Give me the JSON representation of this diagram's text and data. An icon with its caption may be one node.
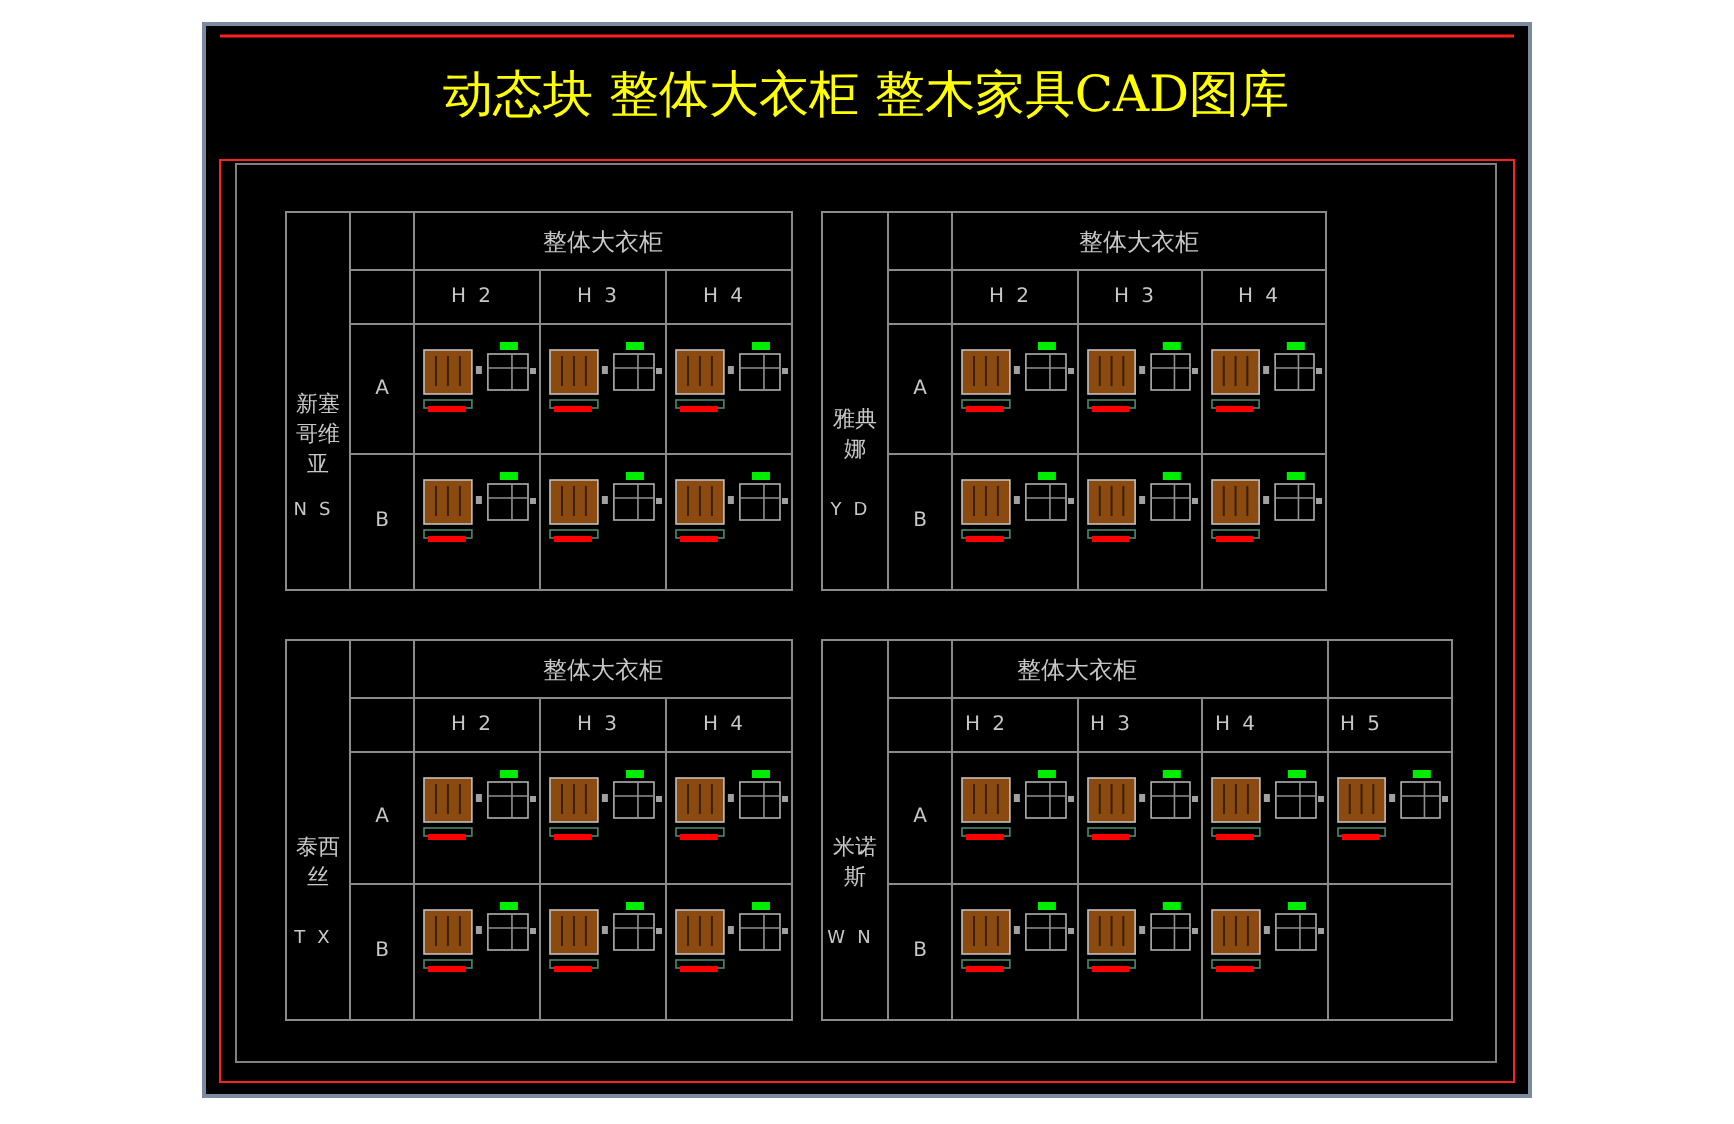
{
  "diagram": {
    "title": "动态块 整体大衣柜 整木家具CAD图库",
    "labels": [
      "整体大衣柜",
      "H2",
      "H3",
      "H4",
      "新塞哥维亚",
      "NS",
      "A",
      "B",
      "整体大衣柜",
      "H2",
      "H3",
      "H4",
      "雅典娜",
      "YD",
      "A",
      "B",
      "整体大衣柜",
      "H2",
      "H3",
      "H4",
      "泰西丝",
      "TX",
      "A",
      "B",
      "整体大衣柜",
      "H2",
      "H3",
      "H4",
      "H5",
      "米诺斯",
      "WN",
      "A",
      "B"
    ]
  }
}
